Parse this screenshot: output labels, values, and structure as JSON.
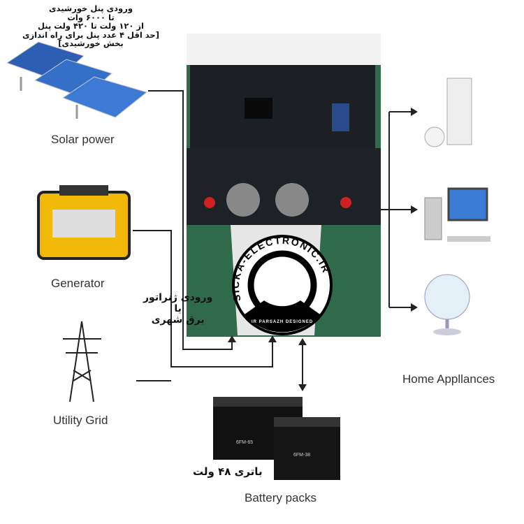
{
  "sources": {
    "solar": "Solar power",
    "generator": "Generator",
    "grid": "Utility Grid"
  },
  "loads": {
    "title": "Home Appllances"
  },
  "battery": {
    "title": "Battery packs",
    "label_fa": "باتری ۴۸ ولت",
    "unit_labels": [
      "6FM-65",
      "6FM-38"
    ]
  },
  "notes": {
    "solar_fa": [
      "ورودی پنل خورشیدی",
      "تا ۶۰۰۰ وات",
      "از ۱۲۰ ولت تا ۴۲۰ ولت پنل",
      "[حد اقل ۴ عدد پنل برای راه اندازی",
      "بخش خورشیدی]"
    ],
    "generator_fa": [
      "ورودی ژنراتور",
      "یا",
      "برق شهری"
    ]
  },
  "logo": {
    "text": "SICKA-ELECTRONIC.IR",
    "subtitle": "IR PARSAZH DESIGNED"
  },
  "colors": {
    "line": "#222222",
    "floor": "#2f6b4a",
    "device": "#1c1f24"
  }
}
